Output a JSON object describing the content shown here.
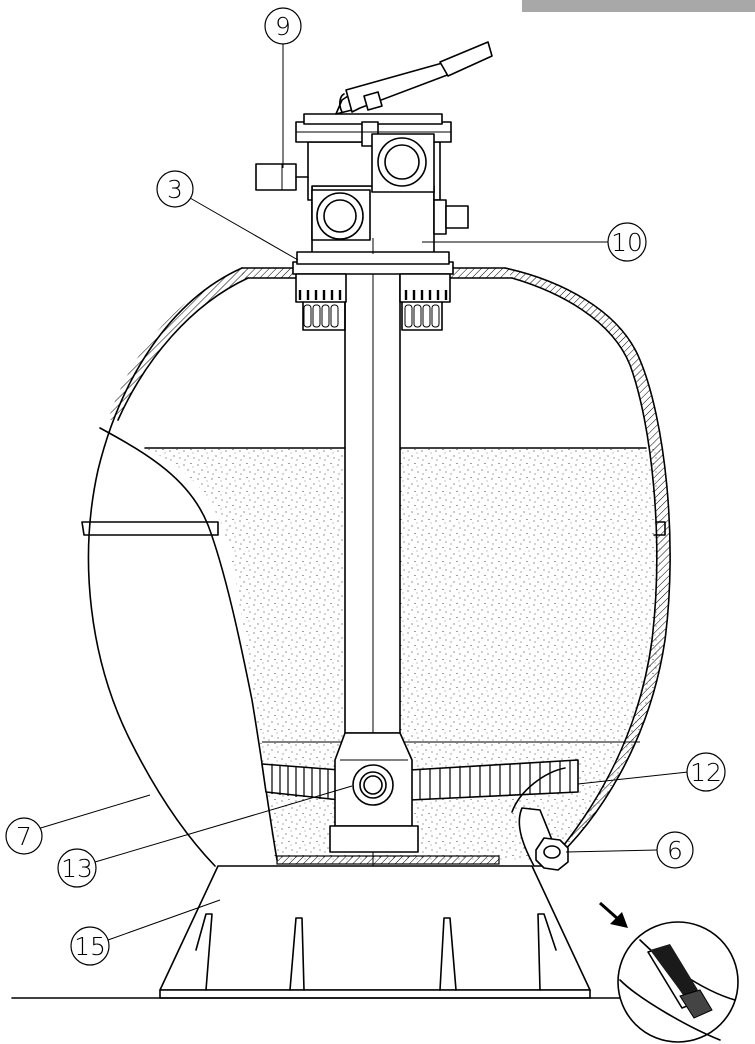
{
  "colors": {
    "line": "#000000",
    "background": "#ffffff",
    "corner_bar": "#a8a8a8"
  },
  "callouts": [
    {
      "id": "callout-9",
      "label": "9"
    },
    {
      "id": "callout-3",
      "label": "3"
    },
    {
      "id": "callout-10",
      "label": "10"
    },
    {
      "id": "callout-12",
      "label": "12"
    },
    {
      "id": "callout-7",
      "label": "7"
    },
    {
      "id": "callout-13",
      "label": "13"
    },
    {
      "id": "callout-6",
      "label": "6"
    },
    {
      "id": "callout-15",
      "label": "15"
    }
  ],
  "inset": {
    "icon": "arrow-down-right-icon"
  }
}
